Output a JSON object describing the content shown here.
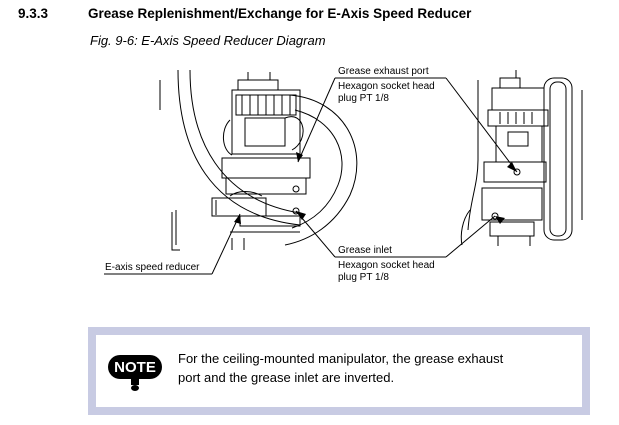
{
  "section": {
    "number": "9.3.3",
    "title": "Grease Replenishment/Exchange for E-Axis Speed Reducer"
  },
  "figure": {
    "caption": "Fig. 9-6: E-Axis Speed Reducer Diagram",
    "labels": {
      "exhaust_port": "Grease exhaust port",
      "exhaust_plug_line1": "Hexagon socket head",
      "exhaust_plug_line2": "plug PT 1/8",
      "inlet": "Grease inlet",
      "inlet_plug_line1": "Hexagon socket head",
      "inlet_plug_line2": "plug PT 1/8",
      "speed_reducer": "E-axis speed reducer"
    }
  },
  "note": {
    "badge": "NOTE",
    "text_line1": "For the ceiling-mounted manipulator, the grease exhaust",
    "text_line2": "port and the grease inlet are inverted."
  },
  "colors": {
    "note_border": "#c8cbe3",
    "ink": "#000000"
  }
}
